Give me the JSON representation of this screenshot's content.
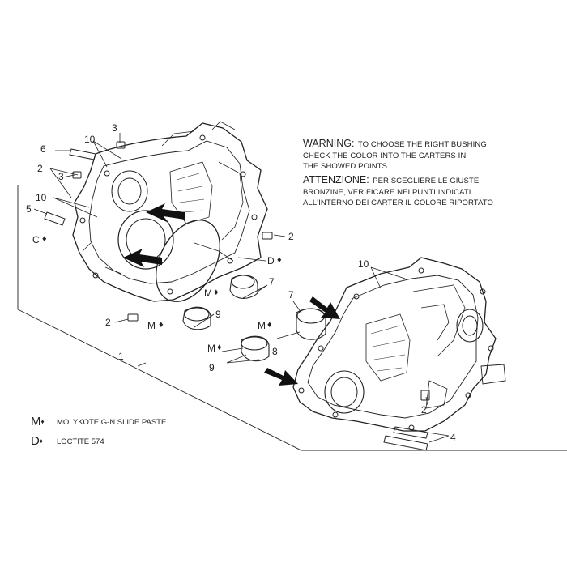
{
  "warning": {
    "heading_en": "WARNING:",
    "line1_en": "TO CHOOSE THE RIGHT BUSHING",
    "line2_en": "CHECK THE COLOR INTO THE CARTERS IN",
    "line3_en": "THE SHOWED POINTS",
    "heading_it": "ATTENZIONE:",
    "line1_it": "PER SCEGLIERE LE GIUSTE",
    "line2_it": "BRONZINE, VERIFICARE NEI PUNTI INDICATI",
    "line3_it": "ALL'INTERNO DEI CARTER IL COLORE RIPORTATO"
  },
  "legend": [
    {
      "symbol": "M",
      "text": "MOLYKOTE G-N SLIDE PASTE"
    },
    {
      "symbol": "D",
      "text": "LOCTITE 574"
    }
  ],
  "callouts": {
    "n1": "1",
    "n2": "2",
    "n3": "3",
    "n4": "4",
    "n5": "5",
    "n6": "6",
    "n7": "7",
    "n8": "8",
    "n9": "9",
    "n10": "10",
    "sym_c": "C",
    "sym_d": "D",
    "sym_m": "M",
    "drop": "♦"
  },
  "colors": {
    "ink": "#222222",
    "arrow": "#111111",
    "background": "#ffffff"
  }
}
